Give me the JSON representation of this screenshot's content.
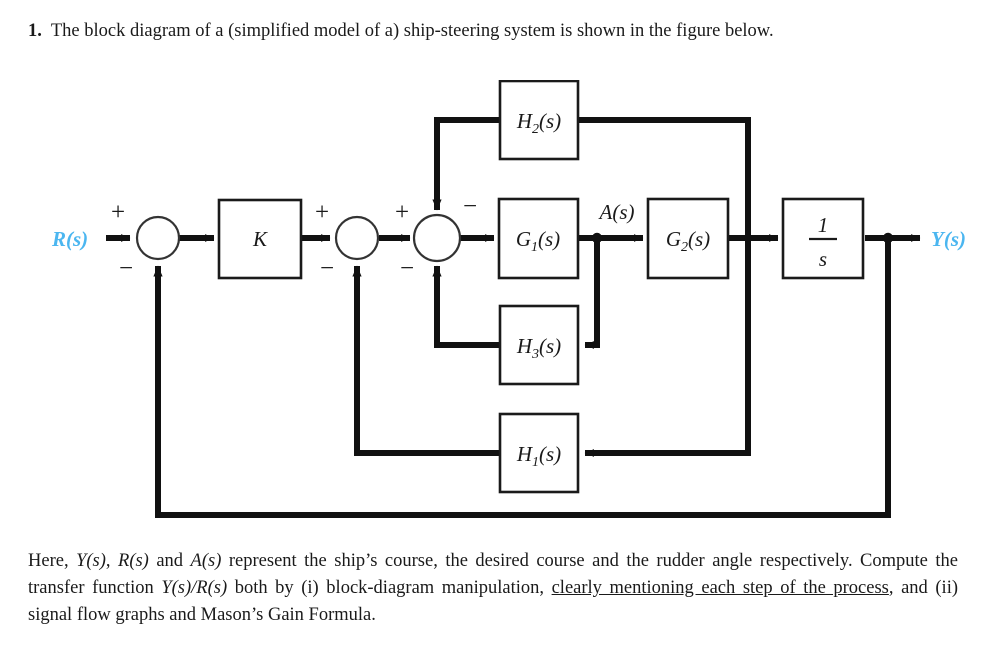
{
  "document": {
    "question_number": "1.",
    "question_text": "The block diagram of a (simplified model of a) ship-steering system is shown in the figure below.",
    "closing_part1": "Here, ",
    "closing_Y": "Y(s)",
    "closing_part2": ", ",
    "closing_R": "R(s)",
    "closing_part3": " and ",
    "closing_A": "A(s)",
    "closing_part4": " represent the ship’s course, the desired course and the rudder angle respectively. Compute the transfer function ",
    "closing_YR": "Y(s)/R(s)",
    "closing_part5": " both by (i) block-diagram manipulation, ",
    "closing_underlined": "clearly mentioning each step of the process",
    "closing_part6": ", and (ii) signal flow graphs and Mason’s Gain Formula."
  },
  "diagram": {
    "type": "control-block-diagram",
    "title": "ship-steering system block diagram",
    "colors": {
      "signal_label": "#4BB6F0",
      "line": "#111111",
      "block_stroke": "#1a1a1a",
      "block_fill": "#ffffff",
      "text": "#1a1a1a"
    },
    "signals": {
      "input": "R(s)",
      "output": "Y(s)",
      "intermediate": "A(s)"
    },
    "blocks": [
      {
        "id": "K",
        "label_main": "K",
        "label_sub": "",
        "label_suffix": ""
      },
      {
        "id": "G1",
        "label_main": "G",
        "label_sub": "1",
        "label_suffix": "(s)"
      },
      {
        "id": "G2",
        "label_main": "G",
        "label_sub": "2",
        "label_suffix": "(s)"
      },
      {
        "id": "INT",
        "label_main": "1",
        "label_sub": "",
        "label_suffix": "s"
      },
      {
        "id": "H1",
        "label_main": "H",
        "label_sub": "1",
        "label_suffix": "(s)"
      },
      {
        "id": "H2",
        "label_main": "H",
        "label_sub": "2",
        "label_suffix": "(s)"
      },
      {
        "id": "H3",
        "label_main": "H",
        "label_sub": "3",
        "label_suffix": "(s)"
      }
    ],
    "summing_junctions": [
      {
        "id": "sum1",
        "input_sign": "+",
        "feedback_sign": "−",
        "feedback_from": "H0-outer"
      },
      {
        "id": "sum2",
        "input_sign": "+",
        "feedback_sign": "−",
        "feedback_from": "H1"
      },
      {
        "id": "sum3",
        "input_sign": "+",
        "top_sign": "−",
        "feedback_sign": "−",
        "feedback_from": "H3",
        "top_from": "H2"
      }
    ],
    "signs": {
      "plus": "+",
      "minus": "−"
    },
    "integrator": {
      "numerator": "1",
      "denominator": "s"
    }
  }
}
